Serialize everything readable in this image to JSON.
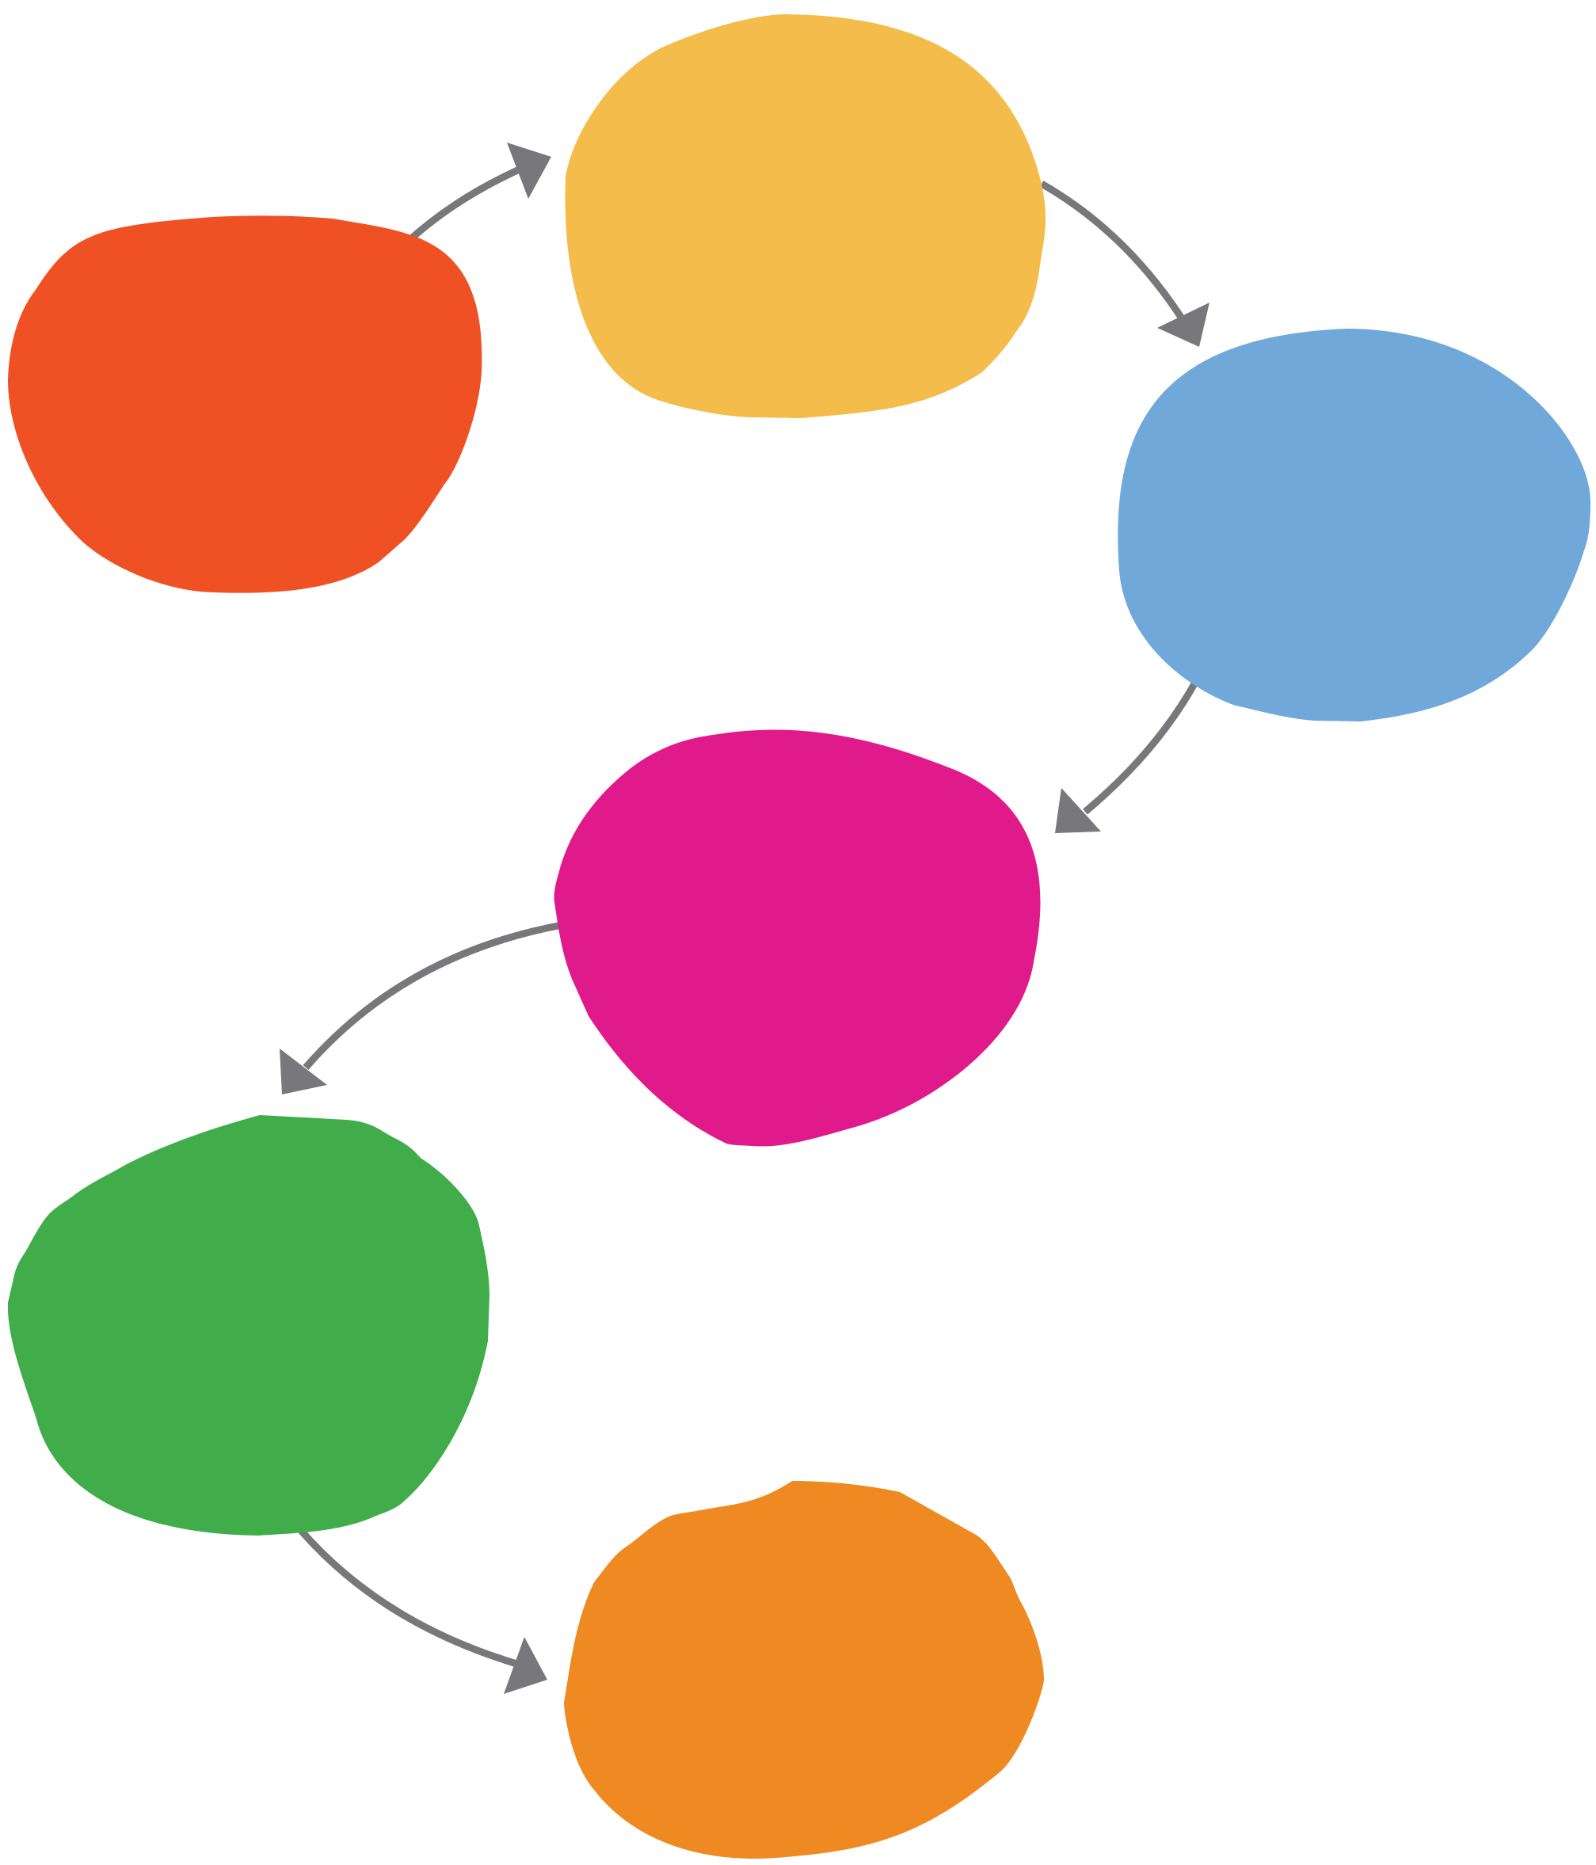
{
  "diagram": {
    "type": "cycle-flow",
    "connector_color": "#78777b",
    "nodes": [
      {
        "id": "red-blob",
        "color": "#f05124",
        "label": ""
      },
      {
        "id": "yellow-blob",
        "color": "#f4bc4b",
        "label": ""
      },
      {
        "id": "blue-blob",
        "color": "#70a8da",
        "label": ""
      },
      {
        "id": "magenta-blob",
        "color": "#e11a8c",
        "label": ""
      },
      {
        "id": "green-blob",
        "color": "#41ad4a",
        "label": ""
      },
      {
        "id": "orange-blob",
        "color": "#ee8a21",
        "label": ""
      }
    ],
    "edges": [
      {
        "from": "red-blob",
        "to": "yellow-blob"
      },
      {
        "from": "yellow-blob",
        "to": "blue-blob"
      },
      {
        "from": "blue-blob",
        "to": "magenta-blob"
      },
      {
        "from": "magenta-blob",
        "to": "green-blob"
      },
      {
        "from": "green-blob",
        "to": "orange-blob"
      }
    ]
  }
}
